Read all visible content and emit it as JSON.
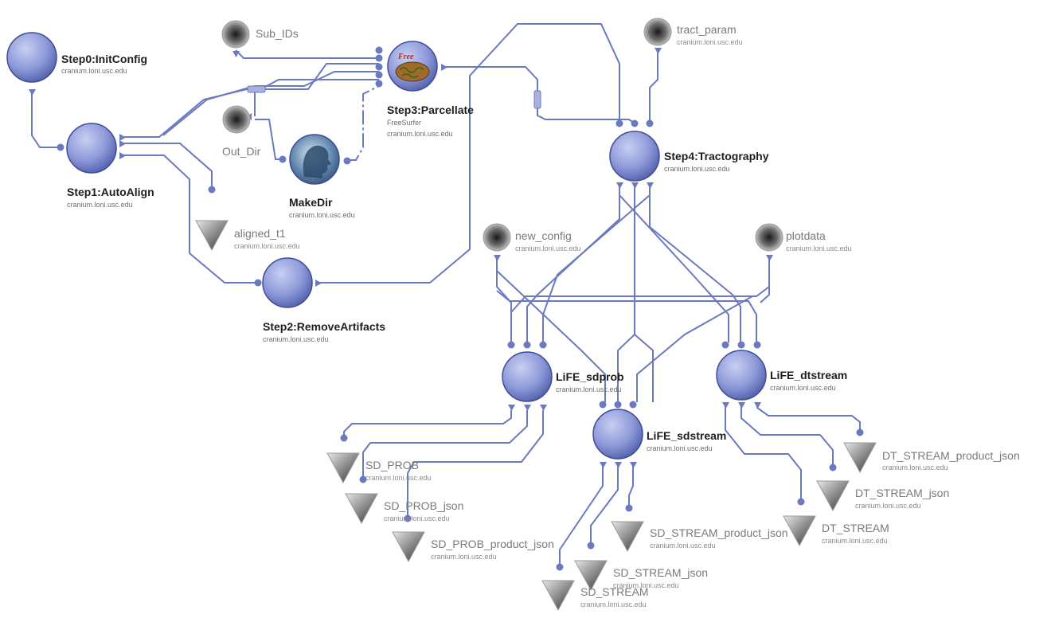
{
  "modules": [
    {
      "key": "step0",
      "title": "Step0:InitConfig",
      "host": "cranium.loni.usc.edu"
    },
    {
      "key": "step1",
      "title": "Step1:AutoAlign",
      "host": "cranium.loni.usc.edu"
    },
    {
      "key": "step2",
      "title": "Step2:RemoveArtifacts",
      "host": "cranium.loni.usc.edu"
    },
    {
      "key": "step3",
      "title": "Step3:Parcellate",
      "package": "FreeSurfer",
      "host": "cranium.loni.usc.edu",
      "icon_text": "Free"
    },
    {
      "key": "step4",
      "title": "Step4:Tractography",
      "host": "cranium.loni.usc.edu"
    },
    {
      "key": "makedir",
      "title": "MakeDir",
      "host": "cranium.loni.usc.edu"
    },
    {
      "key": "life_sdprob",
      "title": "LiFE_sdprob",
      "host": "cranium.loni.usc.edu"
    },
    {
      "key": "life_sdstream",
      "title": "LiFE_sdstream",
      "host": "cranium.loni.usc.edu"
    },
    {
      "key": "life_dtstream",
      "title": "LiFE_dtstream",
      "host": "cranium.loni.usc.edu"
    }
  ],
  "inputs": [
    {
      "key": "sub_ids",
      "title": "Sub_IDs"
    },
    {
      "key": "out_dir",
      "title": "Out_Dir"
    },
    {
      "key": "tract_param",
      "title": "tract_param",
      "host": "cranium.loni.usc.edu"
    },
    {
      "key": "new_config",
      "title": "new_config",
      "host": "cranium.loni.usc.edu"
    },
    {
      "key": "plotdata",
      "title": "plotdata",
      "host": "cranium.loni.usc.edu"
    }
  ],
  "outputs": [
    {
      "key": "aligned_t1",
      "title": "aligned_t1",
      "host": "cranium.loni.usc.edu"
    },
    {
      "key": "sd_prob",
      "title": "SD_PROB",
      "host": "cranium.loni.usc.edu"
    },
    {
      "key": "sd_prob_json",
      "title": "SD_PROB_json",
      "host": "cranium.loni.usc.edu"
    },
    {
      "key": "sd_prob_product_json",
      "title": "SD_PROB_product_json",
      "host": "cranium.loni.usc.edu"
    },
    {
      "key": "sd_stream_product_json",
      "title": "SD_STREAM_product_json",
      "host": "cranium.loni.usc.edu"
    },
    {
      "key": "sd_stream_json",
      "title": "SD_STREAM_json",
      "host": "cranium.loni.usc.edu"
    },
    {
      "key": "sd_stream",
      "title": "SD_STREAM",
      "host": "cranium.loni.usc.edu"
    },
    {
      "key": "dt_stream_product_json",
      "title": "DT_STREAM_product_json",
      "host": "cranium.loni.usc.edu"
    },
    {
      "key": "dt_stream_json",
      "title": "DT_STREAM_json",
      "host": "cranium.loni.usc.edu"
    },
    {
      "key": "dt_stream",
      "title": "DT_STREAM",
      "host": "cranium.loni.usc.edu"
    }
  ],
  "connections": [
    {
      "from": "step0",
      "to": "step1"
    },
    {
      "from": "step1",
      "to": "step3"
    },
    {
      "from": "step1",
      "to": "aligned_t1"
    },
    {
      "from": "step1",
      "to": "step2"
    },
    {
      "from": "step2",
      "to": "step4"
    },
    {
      "from": "sub_ids",
      "to": "step3"
    },
    {
      "from": "out_dir",
      "to": "step3"
    },
    {
      "from": "out_dir",
      "to": "makedir"
    },
    {
      "from": "makedir",
      "to": "step3"
    },
    {
      "from": "step3",
      "to": "step4"
    },
    {
      "from": "tract_param",
      "to": "step4"
    },
    {
      "from": "step4",
      "to": "life_sdprob"
    },
    {
      "from": "step4",
      "to": "life_sdstream"
    },
    {
      "from": "step4",
      "to": "life_dtstream"
    },
    {
      "from": "new_config",
      "to": "life_sdprob"
    },
    {
      "from": "new_config",
      "to": "life_sdstream"
    },
    {
      "from": "new_config",
      "to": "life_dtstream"
    },
    {
      "from": "plotdata",
      "to": "life_sdprob"
    },
    {
      "from": "plotdata",
      "to": "life_sdstream"
    },
    {
      "from": "plotdata",
      "to": "life_dtstream"
    },
    {
      "from": "life_sdprob",
      "to": "sd_prob"
    },
    {
      "from": "life_sdprob",
      "to": "sd_prob_json"
    },
    {
      "from": "life_sdprob",
      "to": "sd_prob_product_json"
    },
    {
      "from": "life_sdstream",
      "to": "sd_stream"
    },
    {
      "from": "life_sdstream",
      "to": "sd_stream_json"
    },
    {
      "from": "life_sdstream",
      "to": "sd_stream_product_json"
    },
    {
      "from": "life_dtstream",
      "to": "dt_stream"
    },
    {
      "from": "life_dtstream",
      "to": "dt_stream_json"
    },
    {
      "from": "life_dtstream",
      "to": "dt_stream_product_json"
    }
  ],
  "colors": {
    "wire": "#6b79c0",
    "module": "#8c98d6",
    "module_dark": "#4b5aa6",
    "io_grey": "#8a8a8a",
    "text": "#1e1e1e",
    "text_grey": "#7a7a7a"
  },
  "icons": {
    "module": "workflow-module-icon",
    "input": "input-parameter-icon",
    "output": "output-parameter-icon",
    "freesurfer": "freesurfer-brain-icon",
    "makedir": "head-profile-icon"
  }
}
